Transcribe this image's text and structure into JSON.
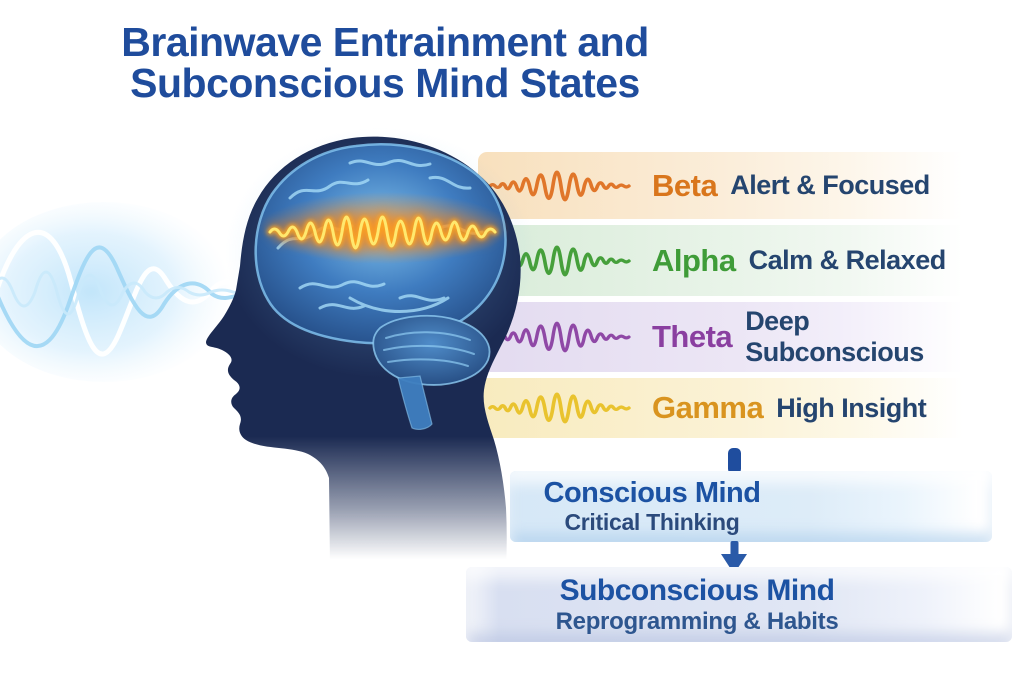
{
  "title": {
    "line1": "Brainwave Entrainment and",
    "line2": "Subconscious Mind States"
  },
  "bands": [
    {
      "name": "Beta",
      "description": "Alert & Focused",
      "name_color": "#d9761c",
      "wave_color": "#e0762a",
      "bg_color": "#f8e0bd"
    },
    {
      "name": "Alpha",
      "description": "Calm & Relaxed",
      "name_color": "#3f9c38",
      "wave_color": "#46a03b",
      "bg_color": "#d9ecd9"
    },
    {
      "name": "Theta",
      "description": "Deep Subconscious",
      "name_color": "#8a3fa0",
      "wave_color": "#8f48a6",
      "bg_color": "#e3dbf0"
    },
    {
      "name": "Gamma",
      "description": "High Insight",
      "name_color": "#d9941f",
      "wave_color": "#e9c32e",
      "bg_color": "#f8ebbe"
    }
  ],
  "flow": {
    "conscious": {
      "title": "Conscious Mind",
      "subtitle": "Critical Thinking"
    },
    "subconscious": {
      "title": "Subconscious Mind",
      "subtitle": "Reprogramming & Habits"
    }
  },
  "colors": {
    "title_text": "#1f4c9c",
    "band_description_text": "#25456f",
    "head_silhouette": "#1b2a52",
    "brain_blue": "#3f7cc0",
    "brain_wave_glow": "#ff9a2e",
    "flow_connector": "#1f4d9e",
    "flow_arrow": "#2a5aa8",
    "box_title_text": "#1c52a3",
    "box_subtitle_text": "#2e568f",
    "left_wave_blue": "#8ccdf1"
  },
  "icons": [
    "sound-wave-icon",
    "head-silhouette-icon",
    "brain-icon",
    "brain-entrainment-wave-icon",
    "beta-wave-icon",
    "alpha-wave-icon",
    "theta-wave-icon",
    "gamma-wave-icon",
    "connector-bar-icon",
    "down-arrow-icon"
  ]
}
